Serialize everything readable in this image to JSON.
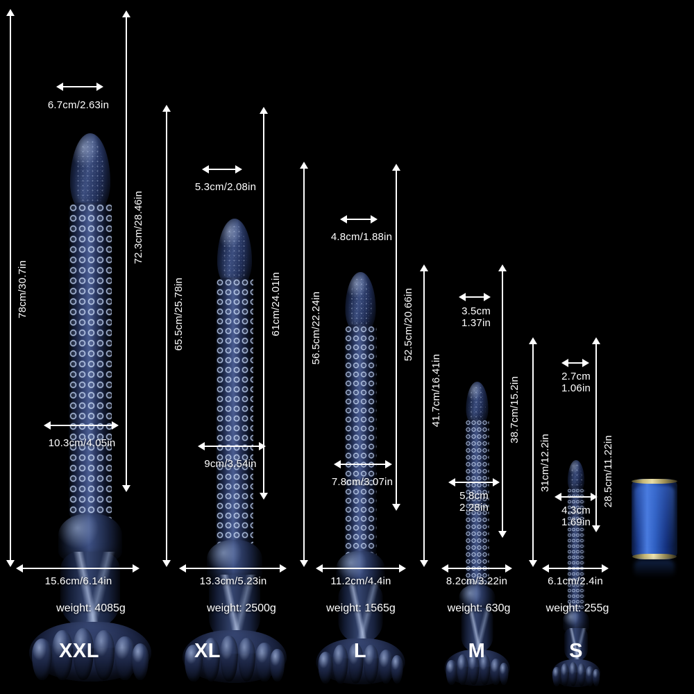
{
  "background_color": "#000000",
  "text_color": "#ffffff",
  "product_colors": {
    "deep_navy": "#0a1020",
    "mid_blue": "#35456f",
    "highlight": "#c4d4f6",
    "can_blue": "#2e5ec0",
    "can_rim_gold": "#c9b977"
  },
  "chart_data": {
    "type": "table",
    "title": "Product Size Comparison Chart",
    "categories": [
      "XXL",
      "XL",
      "L",
      "M",
      "S"
    ],
    "columns": [
      "size",
      "total_length",
      "insertable_length",
      "tip_width",
      "shaft_width",
      "base_width",
      "weight"
    ],
    "rows": [
      {
        "size": "XXL",
        "total_length_cm": 78,
        "total_length_in": 30.7,
        "insertable_length_cm": 72.3,
        "insertable_length_in": 28.46,
        "tip_width_cm": 6.7,
        "tip_width_in": 2.63,
        "shaft_width_cm": 10.3,
        "shaft_width_in": 4.05,
        "base_width_cm": 15.6,
        "base_width_in": 6.14,
        "weight_g": 4085
      },
      {
        "size": "XL",
        "total_length_cm": 65.5,
        "total_length_in": 25.78,
        "insertable_length_cm": 61,
        "insertable_length_in": 24.01,
        "tip_width_cm": 5.3,
        "tip_width_in": 2.08,
        "shaft_width_cm": 9,
        "shaft_width_in": 3.54,
        "base_width_cm": 13.3,
        "base_width_in": 5.23,
        "weight_g": 2500
      },
      {
        "size": "L",
        "total_length_cm": 56.5,
        "total_length_in": 22.24,
        "insertable_length_cm": 52.5,
        "insertable_length_in": 20.66,
        "tip_width_cm": 4.8,
        "tip_width_in": 1.88,
        "shaft_width_cm": 7.8,
        "shaft_width_in": 3.07,
        "base_width_cm": 11.2,
        "base_width_in": 4.4,
        "weight_g": 1565
      },
      {
        "size": "M",
        "total_length_cm": 41.7,
        "total_length_in": 16.41,
        "insertable_length_cm": 38.7,
        "insertable_length_in": 15.2,
        "tip_width_cm": 3.5,
        "tip_width_in": 1.37,
        "shaft_width_cm": 5.8,
        "shaft_width_in": 2.28,
        "base_width_cm": 8.2,
        "base_width_in": 3.22,
        "weight_g": 630
      },
      {
        "size": "S",
        "total_length_cm": 31,
        "total_length_in": 12.2,
        "insertable_length_cm": 28.5,
        "insertable_length_in": 11.22,
        "tip_width_cm": 2.7,
        "tip_width_in": 1.06,
        "shaft_width_cm": 4.3,
        "shaft_width_in": 1.69,
        "base_width_cm": 6.1,
        "base_width_in": 2.4,
        "weight_g": 255
      }
    ]
  },
  "columns": [
    {
      "size_label": "XXL",
      "total_length_label": "78cm/30.7in",
      "insertable_length_label": "72.3cm/28.46in",
      "tip_width_label": "6.7cm/2.63in",
      "shaft_width_label": "10.3cm/4.05in",
      "base_width_label": "15.6cm/6.14in",
      "weight_label": "weight: 4085g"
    },
    {
      "size_label": "XL",
      "total_length_label": "65.5cm/25.78in",
      "insertable_length_label": "61cm/24.01in",
      "tip_width_label": "5.3cm/2.08in",
      "shaft_width_label": "9cm/3.54in",
      "base_width_label": "13.3cm/5.23in",
      "weight_label": "weight: 2500g"
    },
    {
      "size_label": "L",
      "total_length_label": "56.5cm/22.24in",
      "insertable_length_label": "52.5cm/20.66in",
      "tip_width_label": "4.8cm/1.88in",
      "shaft_width_label": "7.8cm/3.07in",
      "base_width_label": "11.2cm/4.4in",
      "weight_label": "weight: 1565g"
    },
    {
      "size_label": "M",
      "total_length_label": "41.7cm/16.41in",
      "insertable_length_label": "38.7cm/15.2in",
      "tip_width_label_line1": "3.5cm",
      "tip_width_label_line2": "1.37in",
      "shaft_width_label_line1": "5.8cm",
      "shaft_width_label_line2": "2.28in",
      "base_width_label": "8.2cm/3.22in",
      "weight_label": "weight: 630g"
    },
    {
      "size_label": "S",
      "total_length_label": "31cm/12.2in",
      "insertable_length_label": "28.5cm/11.22in",
      "tip_width_label_line1": "2.7cm",
      "tip_width_label_line2": "1.06in",
      "shaft_width_label_line1": "4.3cm",
      "shaft_width_label_line2": "1.69in",
      "base_width_label": "6.1cm/2.4in",
      "weight_label": "weight: 255g"
    }
  ],
  "reference_object": {
    "name": "soda-can",
    "visible_label": ""
  }
}
